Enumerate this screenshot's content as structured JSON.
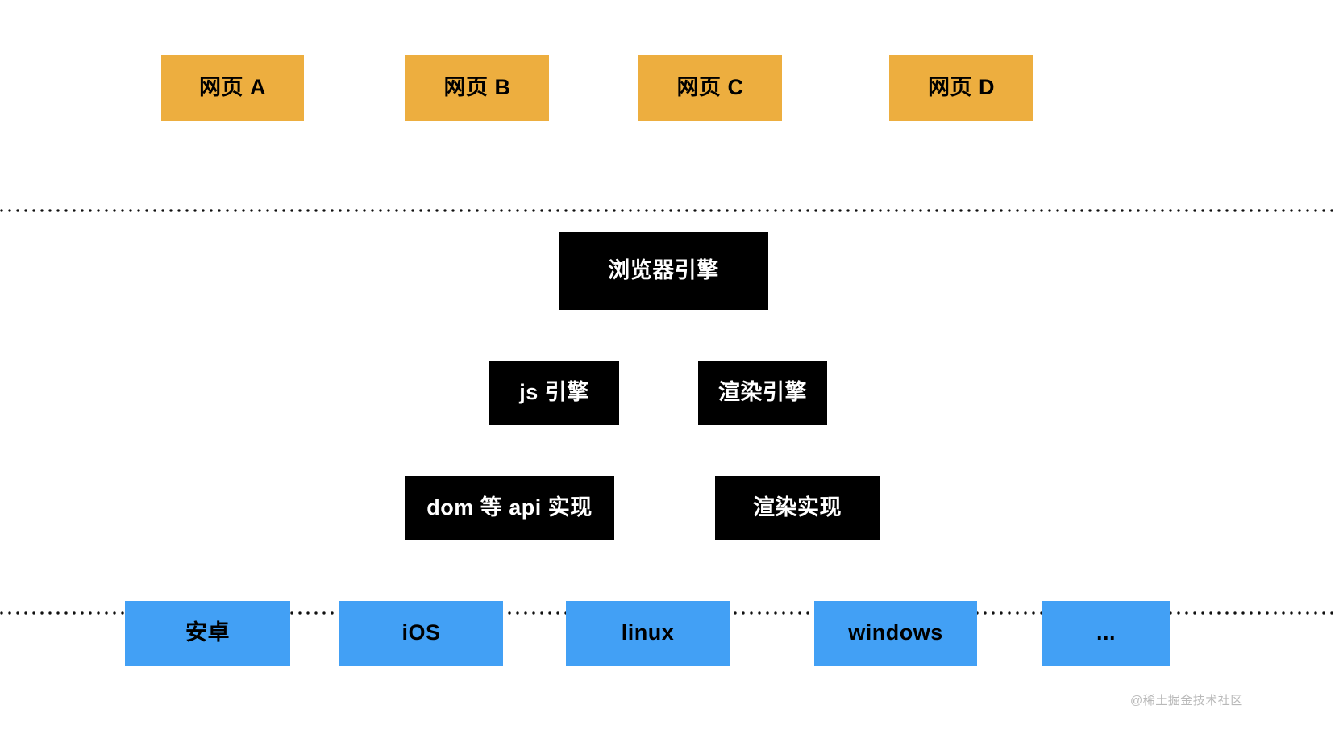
{
  "diagram": {
    "title": "browser-architecture-layers",
    "background": "#ffffff",
    "colors": {
      "page_layer": "#EDAE3F",
      "engine_layer": "#000000",
      "engine_text": "#ffffff",
      "os_layer": "#42A0F5",
      "divider": "#111111",
      "watermark": "#b9b9b9"
    }
  },
  "layers": {
    "pages": {
      "name": "web-pages-layer",
      "items": [
        {
          "label": "网页 A"
        },
        {
          "label": "网页 B"
        },
        {
          "label": "网页 C"
        },
        {
          "label": "网页 D"
        }
      ]
    },
    "browser": {
      "name": "browser-engine-layer",
      "root": {
        "label": "浏览器引擎"
      },
      "engines": [
        {
          "label": "js 引擎"
        },
        {
          "label": "渲染引擎"
        }
      ],
      "implementations": [
        {
          "label": "dom 等 api 实现"
        },
        {
          "label": "渲染实现"
        }
      ]
    },
    "os": {
      "name": "operating-system-layer",
      "items": [
        {
          "label": "安卓"
        },
        {
          "label": "iOS"
        },
        {
          "label": "linux"
        },
        {
          "label": "windows"
        },
        {
          "label": "..."
        }
      ]
    }
  },
  "dividers": [
    {
      "name": "divider-pages-browser"
    },
    {
      "name": "divider-browser-os"
    }
  ],
  "watermark": {
    "text": "@稀土掘金技术社区"
  }
}
